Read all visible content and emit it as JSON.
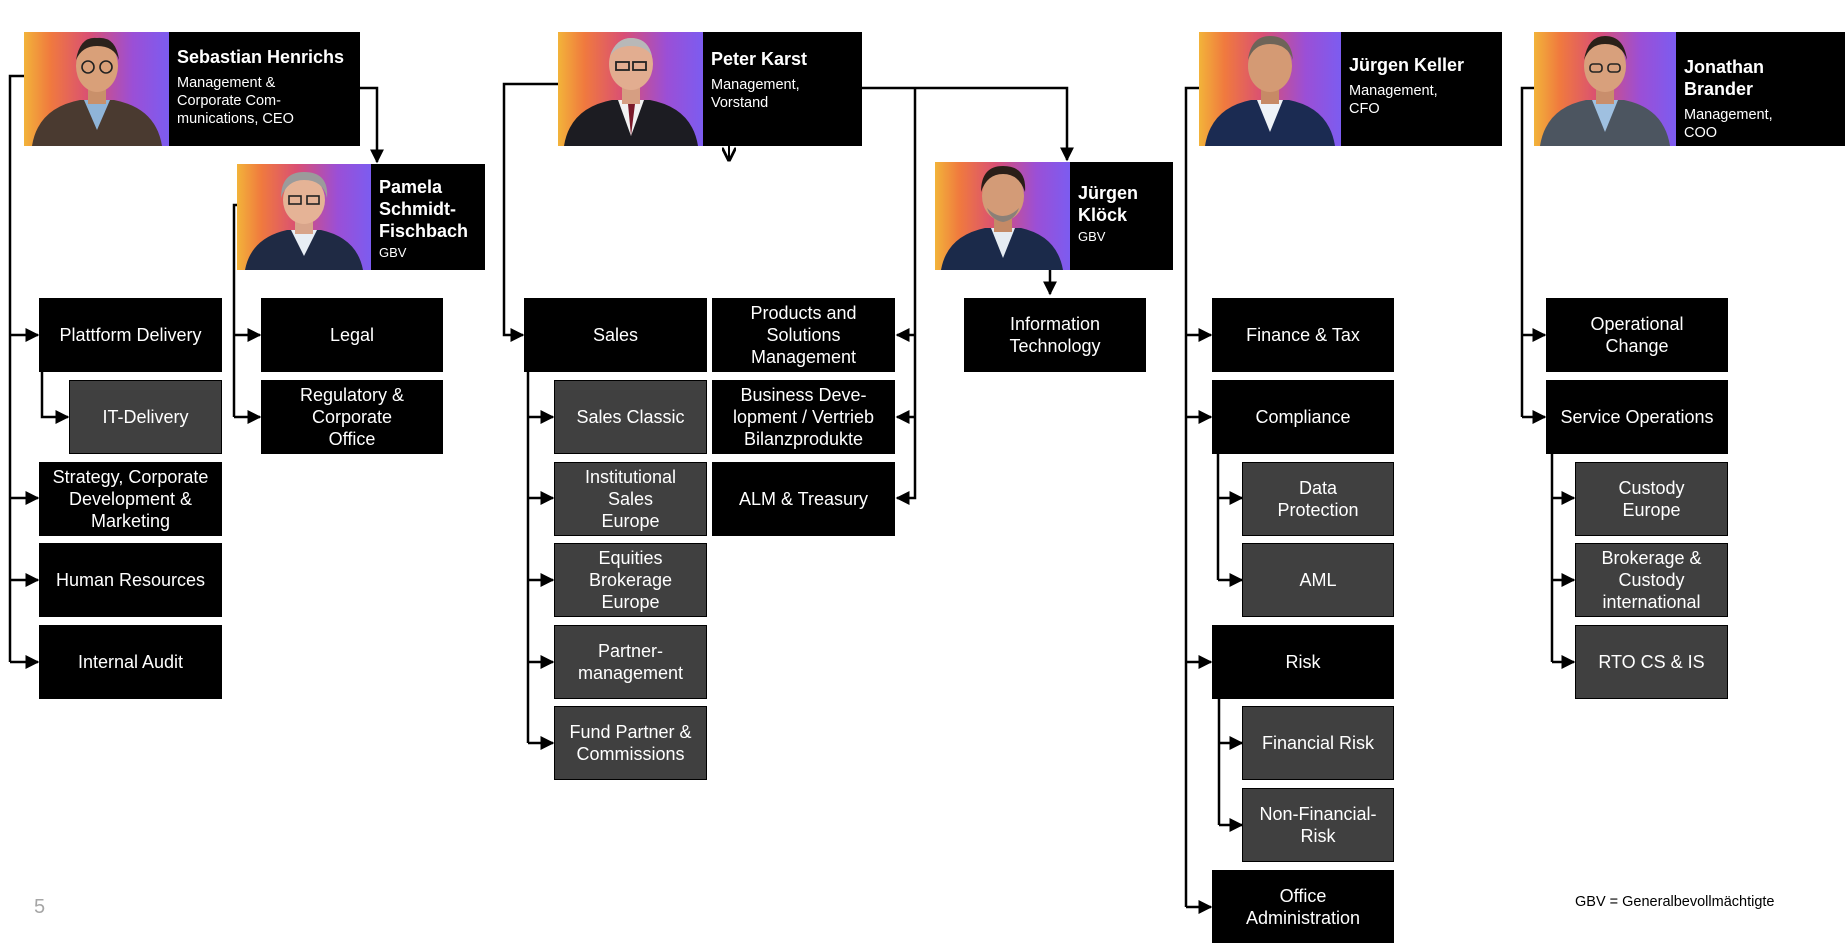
{
  "page_number": "5",
  "footnote": "GBV = Generalbevollmächtigte",
  "people": {
    "henrichs": {
      "name": "Sebastian Henrichs",
      "role": "Management &\nCorporate Com-\nmunications, CEO"
    },
    "schmidt": {
      "name": "Pamela\nSchmidt-\nFischbach",
      "role": "GBV"
    },
    "karst": {
      "name": "Peter Karst",
      "role": "Management,\nVorstand"
    },
    "kloeck": {
      "name": "Jürgen\nKlöck",
      "role": "GBV"
    },
    "keller": {
      "name": "Jürgen Keller",
      "role": "Management,\nCFO"
    },
    "brander": {
      "name": "Jonathan Brander",
      "role": "Management,\nCOO"
    }
  },
  "units": {
    "plattform_delivery": "Plattform Delivery",
    "it_delivery": "IT-Delivery",
    "strategy": "Strategy, Corporate\nDevelopment &\nMarketing",
    "human_resources": "Human Resources",
    "internal_audit": "Internal Audit",
    "legal": "Legal",
    "regulatory": "Regulatory &\nCorporate\nOffice",
    "sales": "Sales",
    "sales_classic": "Sales Classic",
    "institutional_sales": "Institutional\nSales\nEurope",
    "equities_brokerage": "Equities\nBrokerage\nEurope",
    "partnermanagement": "Partner-\nmanagement",
    "fund_partner": "Fund Partner &\nCommissions",
    "products_solutions": "Products and\nSolutions\nManagement",
    "business_development": "Business Deve-\nlopment / Vertrieb\nBilanzprodukte",
    "alm_treasury": "ALM & Treasury",
    "information_technology": "Information\nTechnology",
    "finance_tax": "Finance & Tax",
    "compliance": "Compliance",
    "data_protection": "Data\nProtection",
    "aml": "AML",
    "risk": "Risk",
    "financial_risk": "Financial Risk",
    "non_financial_risk": "Non-Financial-\nRisk",
    "office_administration": "Office\nAdministration",
    "operational_change": "Operational\nChange",
    "service_operations": "Service Operations",
    "custody_europe": "Custody\nEurope",
    "brokerage_custody": "Brokerage &\nCustody\ninternational",
    "rto": "RTO CS & IS"
  }
}
